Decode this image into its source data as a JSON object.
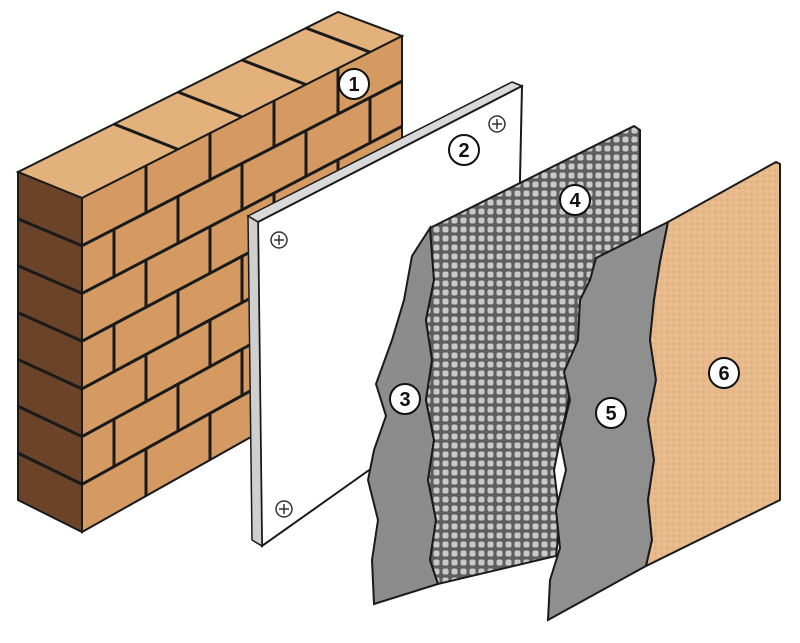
{
  "layers": [
    {
      "number": "1",
      "name": "brick-wall",
      "color": "#d49a62"
    },
    {
      "number": "2",
      "name": "insulation-board",
      "color": "#ffffff"
    },
    {
      "number": "3",
      "name": "base-adhesive-layer",
      "color": "#8c8c8c"
    },
    {
      "number": "4",
      "name": "reinforcing-mesh",
      "color": "#6f6f6f"
    },
    {
      "number": "5",
      "name": "base-coat-layer",
      "color": "#8f8f8f"
    },
    {
      "number": "6",
      "name": "decorative-plaster",
      "color": "#e8b98a"
    }
  ],
  "colors": {
    "brick_front": "#d49a62",
    "brick_top": "#e3b27c",
    "brick_side": "#5a3a24",
    "mortar": "#1a1a1a",
    "board": "#ffffff",
    "board_edge": "#cfcfcf",
    "mesh": "#6f6f6f",
    "grey_coat": "#8f8f8f",
    "plaster": "#e8b98a",
    "outline": "#1a1a1a"
  }
}
